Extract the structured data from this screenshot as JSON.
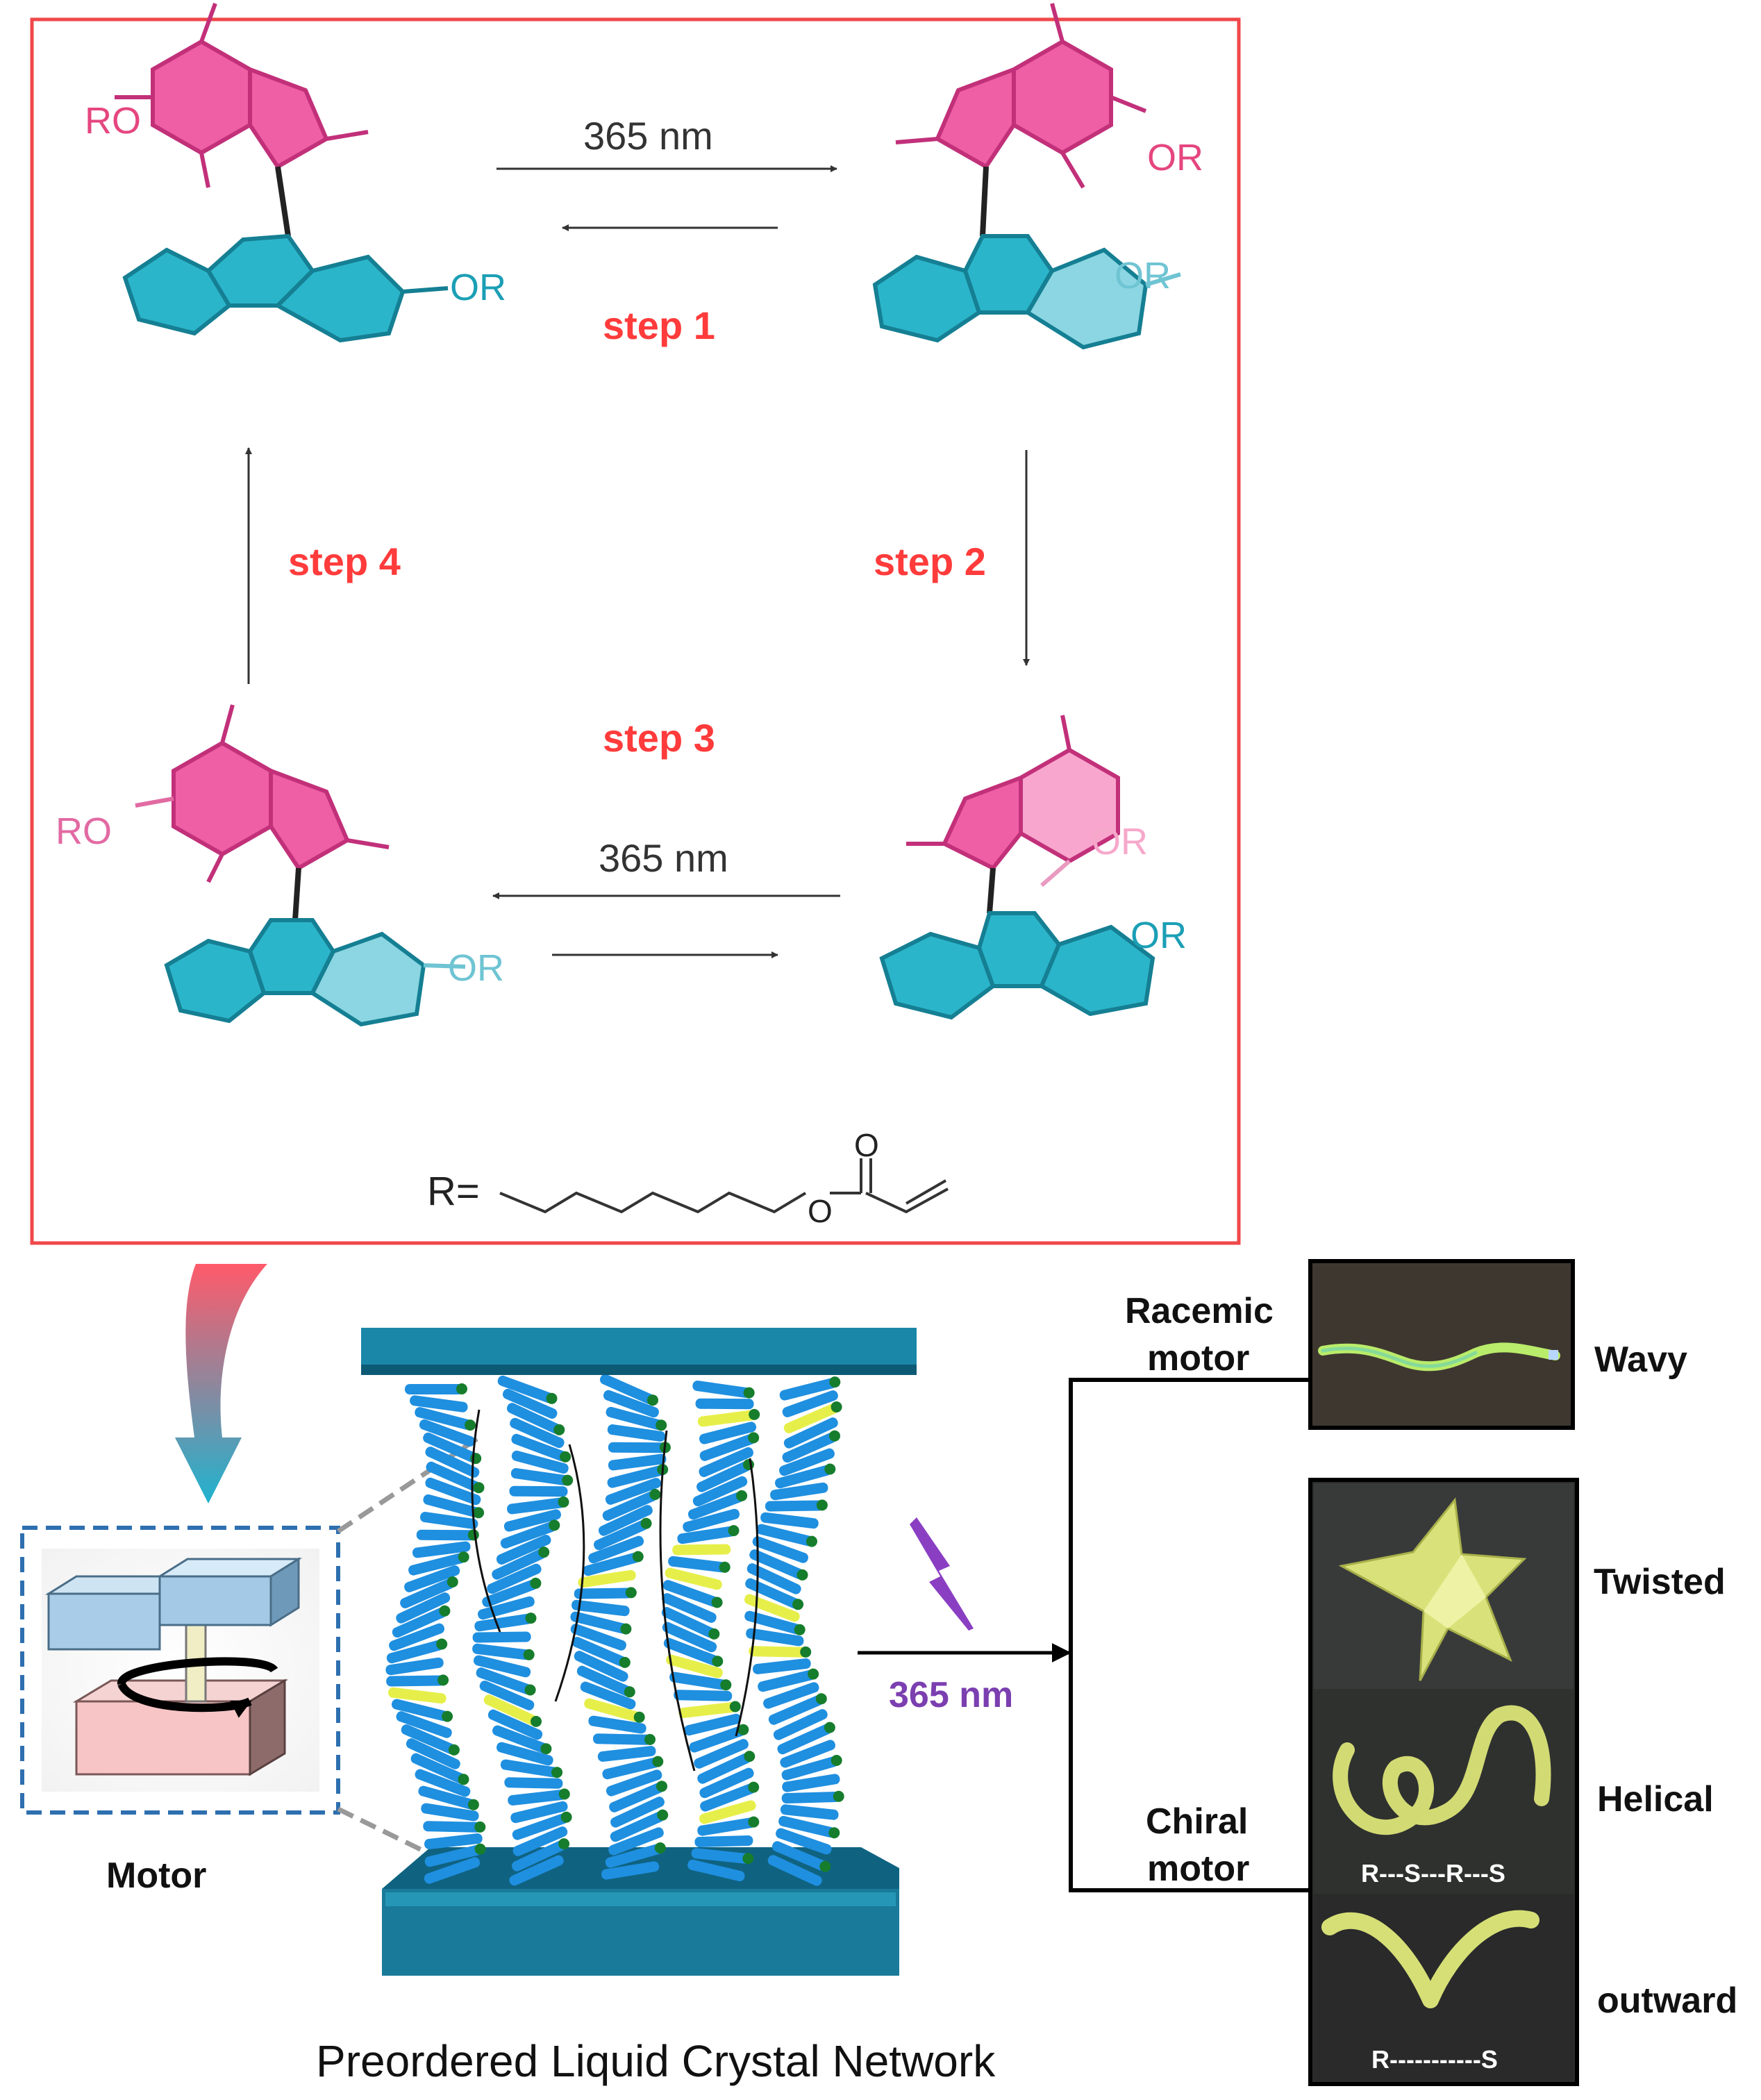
{
  "scheme": {
    "steps": [
      "step 1",
      "step 2",
      "step 3",
      "step 4"
    ],
    "wavelength_top": "365 nm",
    "wavelength_bottom": "365 nm",
    "substituents": {
      "tl_pink": "RO",
      "tl_cyan": "OR",
      "tr_pink": "OR",
      "tr_cyan": "OR",
      "bl_pink": "RO",
      "bl_cyan": "OR",
      "br_pink": "OR",
      "br_cyan": "OR"
    },
    "r_group": {
      "label": "R=",
      "carbonyl_o": "O",
      "ester_o": "O"
    }
  },
  "motor_label": "Motor",
  "network_label": "Preordered Liquid Crystal Network",
  "irradiation": "365 nm",
  "outcomes": {
    "racemic": {
      "line1": "Racemic",
      "line2": "motor",
      "shape": "Wavy"
    },
    "chiral": {
      "line1": "Chiral",
      "line2": "motor"
    },
    "shapes": [
      "Twisted",
      "Helical",
      "outward"
    ],
    "helical_seq": "R---S---R---S",
    "outward_seq": "R-----------S"
  },
  "colors": {
    "frame": "#f0484a",
    "pink": "#ef5fa5",
    "cyan": "#2bb5ca",
    "lc_blue": "#1f8fe0",
    "lc_green": "#167d2c",
    "lc_yellow": "#e6ef4a",
    "plate": "#17728e",
    "dash_box": "#2e6fb0"
  }
}
